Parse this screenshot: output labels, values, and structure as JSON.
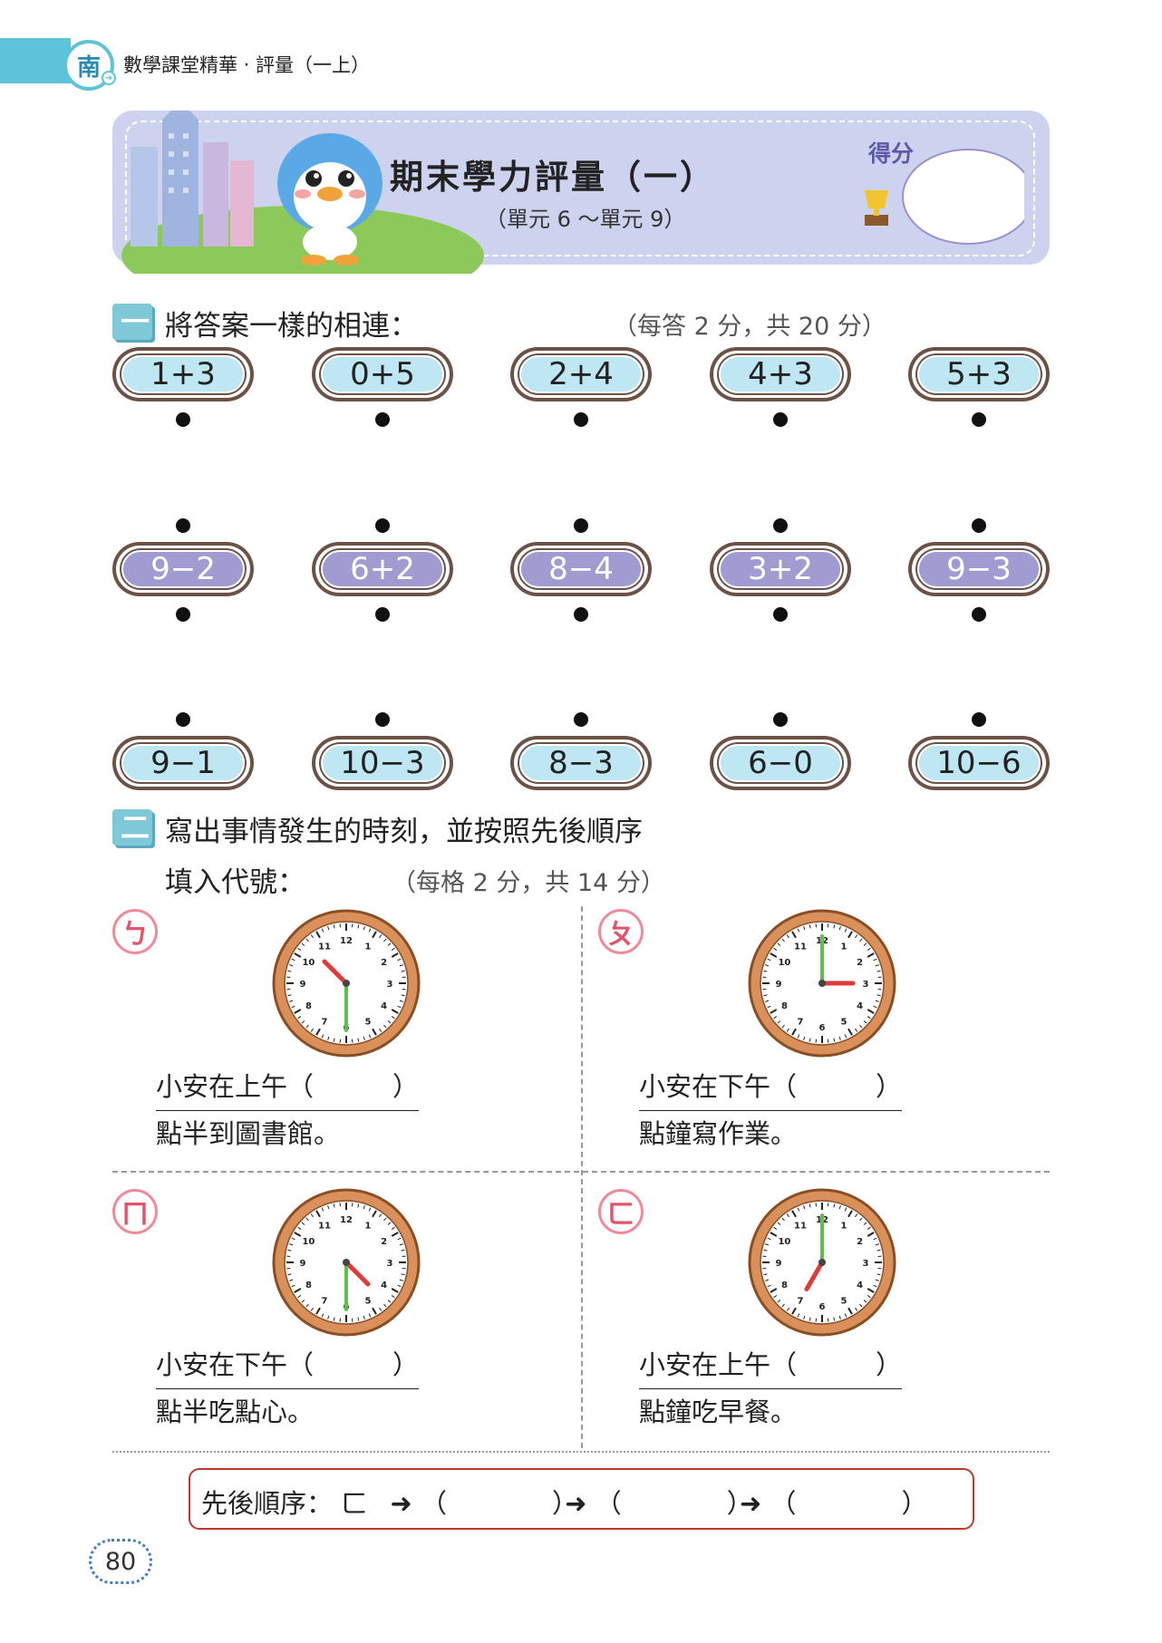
{
  "header": {
    "publisher_mark": "南",
    "book_title": "數學課堂精華 ‧ 評量（一上）"
  },
  "banner": {
    "title": "期末學力評量（一）",
    "subtitle": "（單元 6 ～單元 9）",
    "score_label": "得分"
  },
  "section1": {
    "badge": "一",
    "instruction": "將答案一樣的相連：",
    "note": "（每答 2 分，共 20 分）",
    "row1": [
      "1+3",
      "0+5",
      "2+4",
      "4+3",
      "5+3"
    ],
    "row2": [
      "9−2",
      "6+2",
      "8−4",
      "3+2",
      "9−3"
    ],
    "row3": [
      "9−1",
      "10−3",
      "8−3",
      "6−0",
      "10−6"
    ]
  },
  "section2": {
    "badge": "二",
    "instruction_line1": "寫出事情發生的時刻，並按照先後順序",
    "instruction_line2": "填入代號：",
    "note": "（每格 2 分，共 14 分）",
    "items": [
      {
        "letter": "ㄅ",
        "line1": "小安在上午（　　　）",
        "line2": "點半到圖書館。",
        "hour": 10.5
      },
      {
        "letter": "ㄆ",
        "line1": "小安在下午（　　　）",
        "line2": "點鐘寫作業。",
        "hour": 3
      },
      {
        "letter": "ㄇ",
        "line1": "小安在下午（　　　）",
        "line2": "點半吃點心。",
        "hour": 4.5
      },
      {
        "letter": "ㄈ",
        "line1": "小安在上午（　　　）",
        "line2": "點鐘吃早餐。",
        "hour": 7
      }
    ],
    "order_label": "先後順序：",
    "order_first": "ㄈ"
  },
  "page_number": "80"
}
